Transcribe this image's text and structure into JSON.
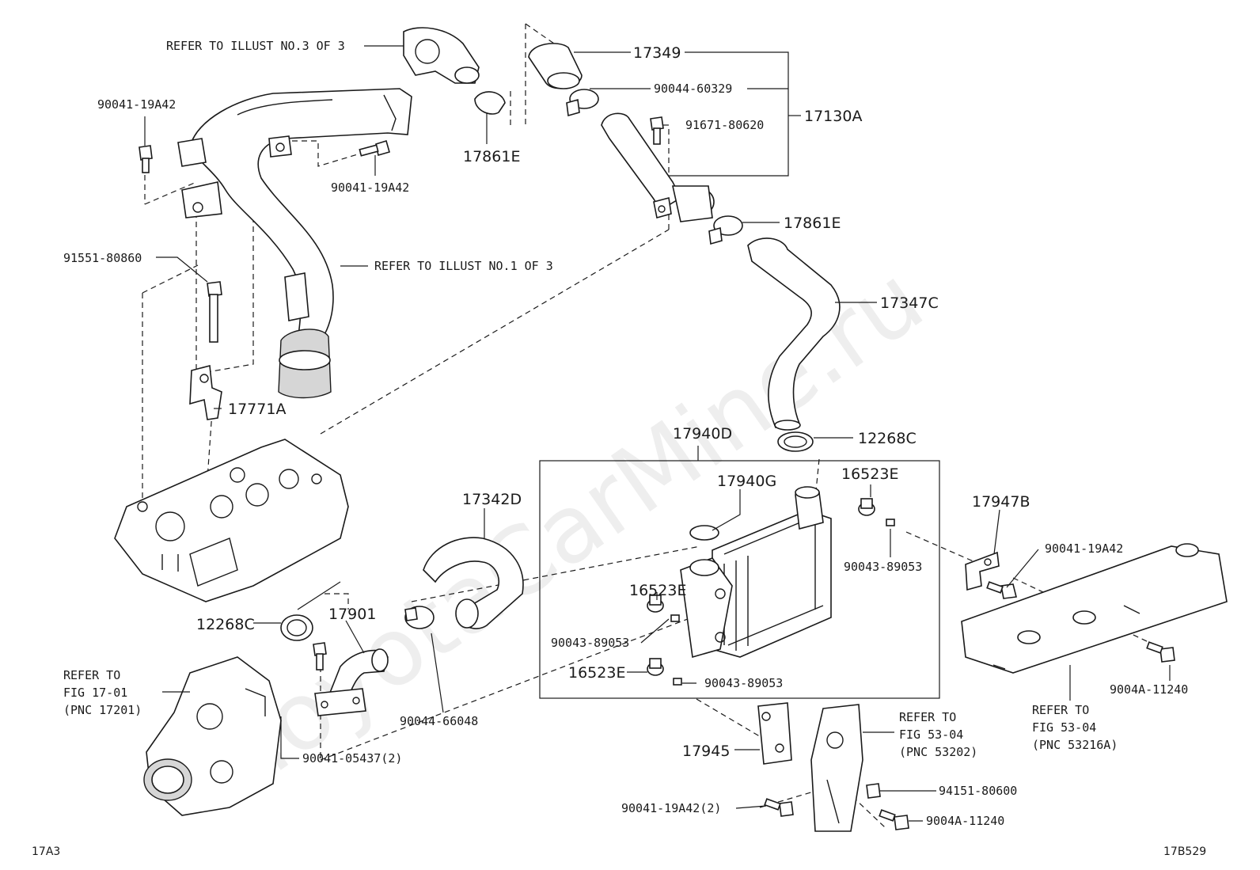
{
  "watermark": "ToyotaCarMine.ru",
  "corner_left": "17A3",
  "corner_right": "17B529",
  "labels": {
    "refer_illust_3": "REFER TO ILLUST NO.3 OF 3",
    "refer_illust_1": "REFER TO ILLUST NO.1 OF 3",
    "p90041_19A42_a": "90041-19A42",
    "p90041_19A42_b": "90041-19A42",
    "p91551_80860": "91551-80860",
    "p17771A": "17771A",
    "p17861E_a": "17861E",
    "p17349": "17349",
    "p90044_60329": "90044-60329",
    "p17130A": "17130A",
    "p91671_80620": "91671-80620",
    "p17861E_b": "17861E",
    "p17347C": "17347C",
    "p12268C_a": "12268C",
    "p17940D": "17940D",
    "p17940G": "17940G",
    "p16523E_a": "16523E",
    "p90043_89053_a": "90043-89053",
    "p16523E_b": "16523E",
    "p90043_89053_b": "90043-89053",
    "p16523E_c": "16523E",
    "p90043_89053_c": "90043-89053",
    "p17947B": "17947B",
    "p90041_19A42_c": "90041-19A42",
    "p9004A_11240_a": "9004A-11240",
    "refer_53_04_a_1": "REFER TO",
    "refer_53_04_a_2": "FIG 53-04",
    "refer_53_04_a_3": "(PNC 53216A)",
    "p17342D": "17342D",
    "p12268C_b": "12268C",
    "p17901": "17901",
    "p90044_66048": "90044-66048",
    "p90041_05437": "90041-05437(2)",
    "refer_17_01_1": "REFER TO",
    "refer_17_01_2": "FIG 17-01",
    "refer_17_01_3": "(PNC 17201)",
    "p17945": "17945",
    "refer_53_04_b_1": "REFER TO",
    "refer_53_04_b_2": "FIG 53-04",
    "refer_53_04_b_3": "(PNC 53202)",
    "p94151_80600": "94151-80600",
    "p90041_19A42_2": "90041-19A42(2)",
    "p9004A_11240_b": "9004A-11240"
  }
}
